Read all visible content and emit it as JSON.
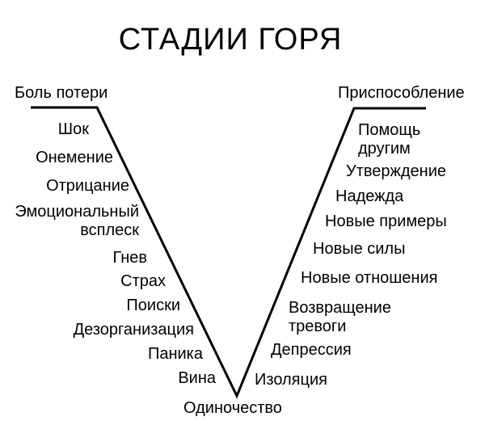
{
  "title": "СТАДИИ ГОРЯ",
  "diagram": {
    "line_color": "#000000",
    "left": {
      "header": "Боль потери",
      "stages": [
        "Шок",
        "Онемение",
        "Отрицание",
        "Эмоциональный всплеск",
        "Гнев",
        "Страх",
        "Поиски",
        "Дезорганизация",
        "Паника",
        "Вина",
        "Одиночество"
      ]
    },
    "right": {
      "header": "Приспособление",
      "stages": [
        "Помощь другим",
        "Утверждение",
        "Надежда",
        "Новые примеры",
        "Новые силы",
        "Новые отношения",
        "Возвращение тревоги",
        "Депрессия",
        "Изоляция"
      ]
    }
  }
}
